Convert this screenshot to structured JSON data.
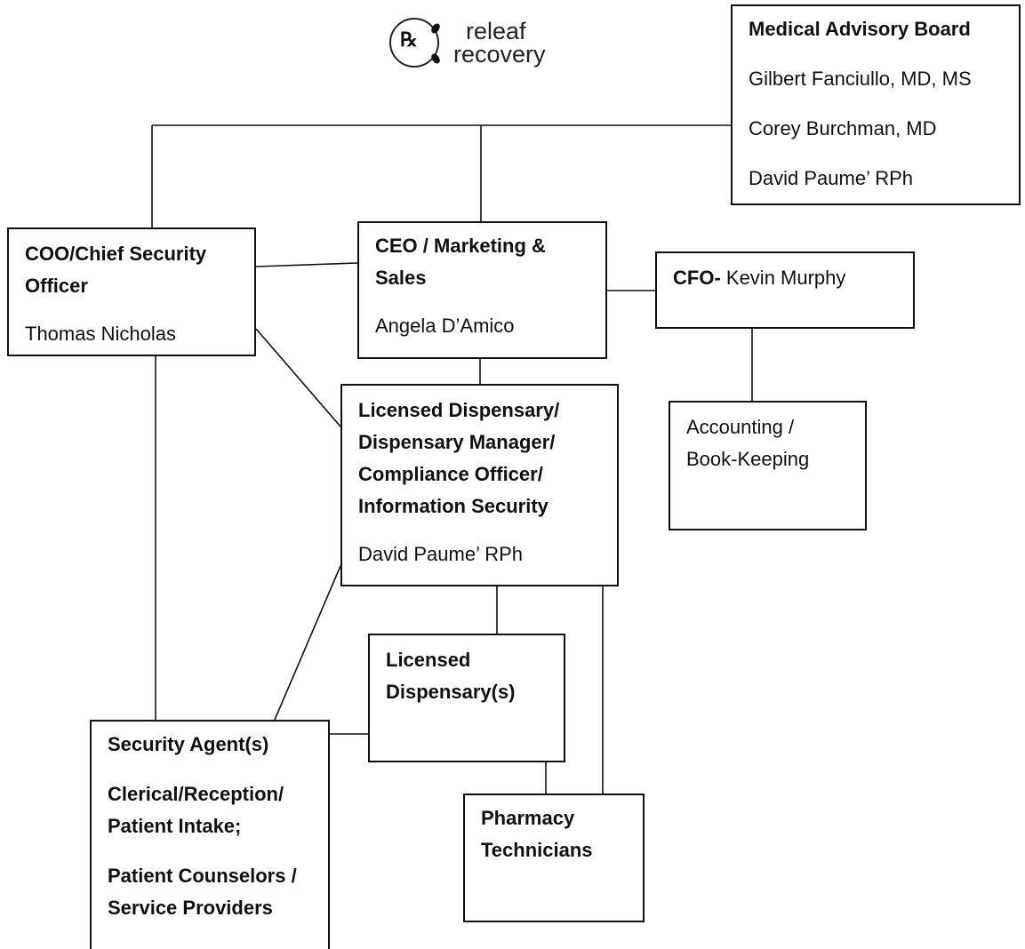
{
  "logo": {
    "symbol": "℞",
    "line1": "releaf",
    "line2": "recovery"
  },
  "boxes": {
    "advisory": {
      "title": "Medical Advisory Board",
      "members": [
        "Gilbert Fanciullo, MD, MS",
        "Corey Burchman, MD",
        "David Paume’ RPh"
      ]
    },
    "coo": {
      "title_line1": "COO/Chief Security",
      "title_line2": "Officer",
      "person": "Thomas Nicholas"
    },
    "ceo": {
      "title_line1": "CEO / Marketing &",
      "title_line2": "Sales",
      "person": "Angela D’Amico"
    },
    "cfo": {
      "title": "CFO-",
      "person": "Kevin Murphy"
    },
    "dispensary_manager": {
      "lines": [
        "Licensed Dispensary/",
        "Dispensary Manager/",
        "Compliance Officer/",
        "Information Security"
      ],
      "person": "David Paume’ RPh"
    },
    "accounting": {
      "line1": "Accounting /",
      "line2": "Book-Keeping"
    },
    "licensed_dispensaries": {
      "line1": "Licensed",
      "line2": "Dispensary(s)"
    },
    "security": {
      "line1": "Security Agent(s)",
      "line2": "Clerical/Reception/",
      "line3": "Patient Intake;",
      "line4": "Patient Counselors /",
      "line5": "Service Providers"
    },
    "pharmacy": {
      "line1": "Pharmacy",
      "line2": "Technicians"
    }
  }
}
